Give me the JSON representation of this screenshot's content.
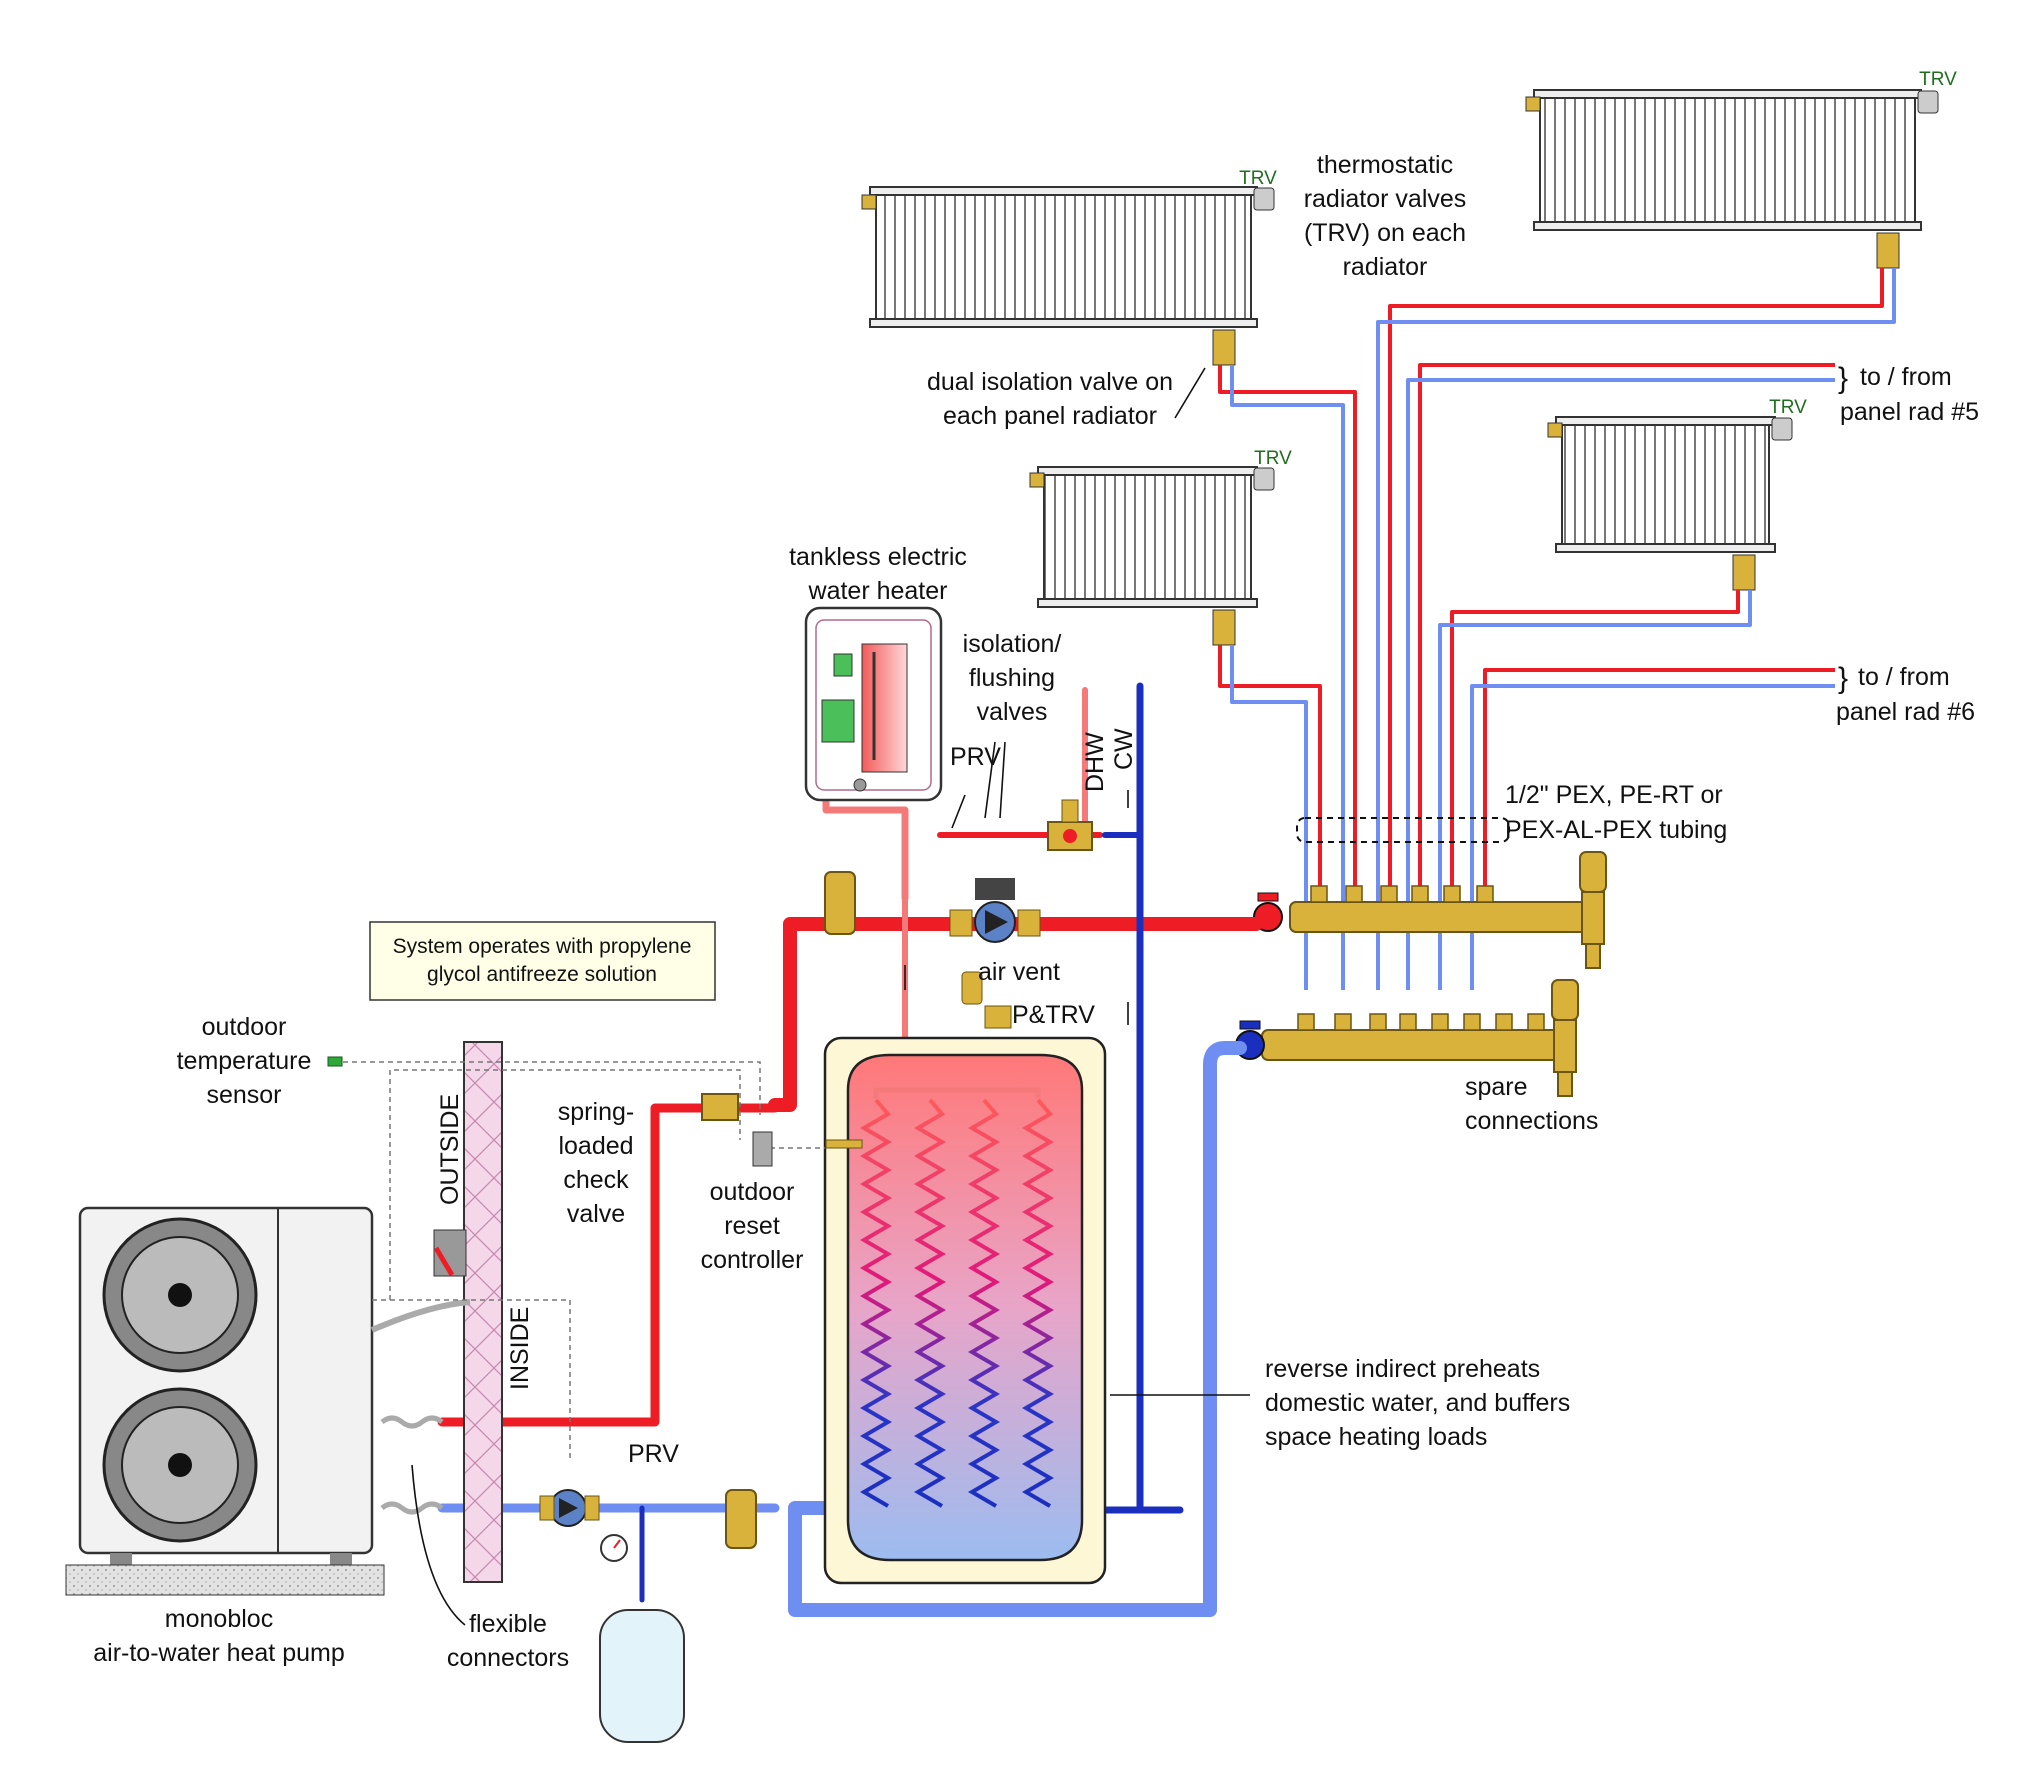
{
  "colors": {
    "supply": "#ee1c25",
    "return": "#6f8ef2",
    "dhw_supply": "#f47a7a",
    "cold_water": "#1b2fbf",
    "brass": "#d8b23a",
    "tank_shell": "#fdf7d6",
    "insulation": "#f4d7e8",
    "note_bg": "#ffffe8"
  },
  "labels": {
    "trv": "TRV",
    "trv_callout": [
      "thermostatic",
      "radiator valves",
      "(TRV) on each",
      "radiator"
    ],
    "dual_isolation": [
      "dual isolation valve on",
      "each panel radiator"
    ],
    "to_from_5": [
      "to / from",
      "panel rad #5"
    ],
    "to_from_6": [
      "to / from",
      "panel rad #6"
    ],
    "tankless": [
      "tankless electric",
      "water heater"
    ],
    "isolation_flushing": [
      "isolation/",
      "flushing",
      "valves"
    ],
    "prv": "PRV",
    "dhw": "DHW",
    "cw": "CW",
    "pex_tubing": [
      "1/2\" PEX, PE-RT or",
      "PEX-AL-PEX tubing"
    ],
    "glycol_note": [
      "System operates with propylene",
      "glycol antifreeze solution"
    ],
    "air_vent": "air vent",
    "ptrv": "P&TRV",
    "outdoor_sensor": [
      "outdoor",
      "temperature",
      "sensor"
    ],
    "check_valve": [
      "spring-",
      "loaded",
      "check",
      "valve"
    ],
    "reset_controller": [
      "outdoor",
      "reset",
      "controller"
    ],
    "outside": "OUTSIDE",
    "inside": "INSIDE",
    "spare": [
      "spare",
      "connections"
    ],
    "reverse_indirect": [
      "reverse indirect preheats",
      "domestic water, and buffers",
      "space heating loads"
    ],
    "heat_pump": [
      "monobloc",
      "air-to-water heat pump"
    ],
    "flexible": [
      "flexible",
      "connectors"
    ],
    "prv_lower": "PRV"
  }
}
